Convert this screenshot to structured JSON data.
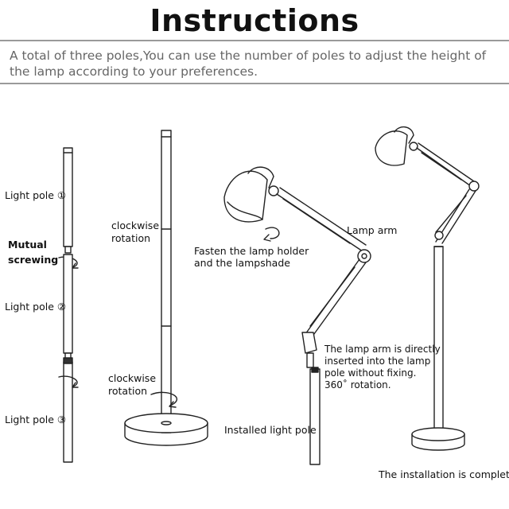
{
  "header": {
    "title": "Instructions",
    "description": "A total of three poles,You can use the number of poles to adjust the height of the lamp according to your preferences."
  },
  "step1": {
    "light_pole_1": "Light pole ①",
    "mutual_screwing": "Mutual\nscrewing",
    "light_pole_2": "Light pole ②",
    "light_pole_3": "Light pole ③"
  },
  "step2": {
    "clockwise_top": "clockwise\nrotation",
    "clockwise_bottom": "clockwise\nrotation"
  },
  "step3": {
    "fasten": "Fasten the lamp holder\nand the lampshade",
    "lamp_arm": "Lamp arm",
    "arm_inserted": "The lamp arm is directly\ninserted into the lamp\npole without fixing.\n360˚ rotation.",
    "installed_pole": "Installed light pole"
  },
  "step4": {
    "complete": "The installation is complete"
  }
}
